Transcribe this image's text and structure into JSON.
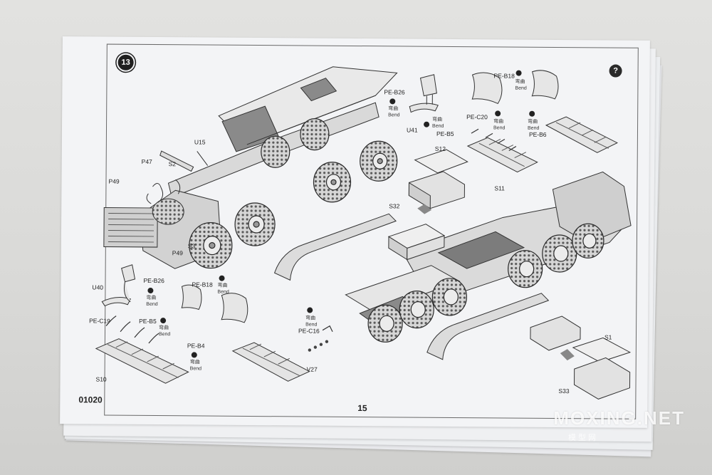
{
  "document": {
    "step": "13",
    "catalog_code": "01020",
    "page_number": "15",
    "bend_zh": "弯曲",
    "bend_en": "Bend"
  },
  "parts": {
    "u15": "U15",
    "p47": "P47",
    "s2": "S2",
    "p49_top": "P49",
    "p49_bottom": "P49",
    "s3": "S3",
    "pe_b26_top": "PE-B26",
    "u41": "U41",
    "pe_b5_top": "PE-B5",
    "s12": "S12",
    "s32": "S32",
    "pe_b18_top": "PE-B18",
    "pe_c20": "PE-C20",
    "pe_b6": "PE-B6",
    "s11": "S11",
    "u40": "U40",
    "pe_b26_bottom": "PE-B26",
    "pe_b18_bottom": "PE-B18",
    "pe_b5_bottom": "PE-B5",
    "pe_c19": "PE-C19",
    "pe_b4": "PE-B4",
    "s10": "S10",
    "pe_c16": "PE-C16",
    "v27": "V27",
    "s1": "S1",
    "s33": "S33"
  },
  "watermark": {
    "main": "MOXING.NET",
    "sub": "模型网"
  }
}
